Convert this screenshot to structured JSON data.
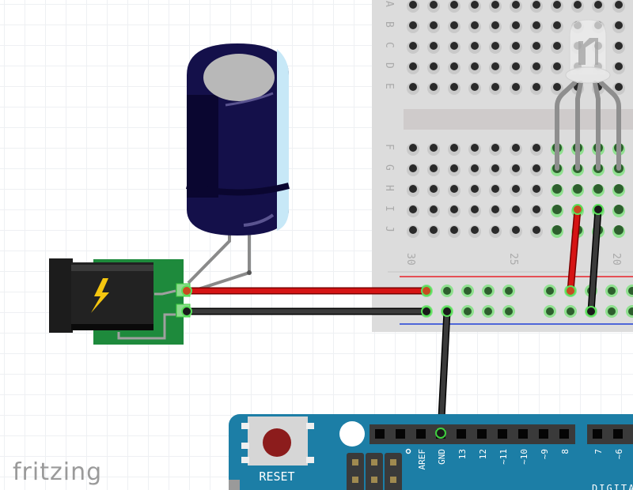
{
  "app": {
    "logo_text": "fritzing"
  },
  "breadboard": {
    "row_labels_top": [
      "A",
      "B",
      "C",
      "D",
      "E"
    ],
    "row_labels_bottom": [
      "F",
      "G",
      "H",
      "I",
      "J"
    ],
    "column_numbers": [
      "30",
      "25",
      "20"
    ],
    "colors": {
      "body": "#dcdcdc",
      "hole": "#2a2a2a",
      "active_hole": "#7ed87e",
      "red_rail": "#e8202a",
      "blue_rail": "#1e3fd6"
    }
  },
  "components": {
    "capacitor": {
      "name": "electrolytic-capacitor",
      "body_color": "#14104a",
      "top_color": "#b8b8b8"
    },
    "dc_jack": {
      "name": "dc-barrel-jack",
      "icon": "lightning-icon",
      "pcb_color": "#1e8a3c"
    },
    "rgb_led": {
      "name": "rgb-led",
      "legs": 4
    },
    "arduino": {
      "reset_label": "RESET",
      "header_labels": [
        "AREF",
        "GND",
        "13",
        "12",
        "~11",
        "~10",
        "~9",
        "8",
        "7",
        "~6"
      ],
      "digital_label": "DIGITAL",
      "board_color": "#1c7ea6"
    }
  },
  "wires": [
    {
      "name": "power-wire-red",
      "color": "#d61414",
      "from": "dc-jack-positive",
      "to": "breadboard-rail-positive"
    },
    {
      "name": "ground-wire-black",
      "color": "#222222",
      "from": "dc-jack-negative",
      "to": "breadboard-rail-negative"
    },
    {
      "name": "gnd-wire-arduino",
      "color": "#222222",
      "from": "breadboard-rail-negative",
      "to": "arduino-gnd"
    },
    {
      "name": "led-red-wire",
      "color": "#d61414",
      "from": "breadboard-rail-positive",
      "to": "led-row-i"
    },
    {
      "name": "led-black-wire",
      "color": "#222222",
      "from": "breadboard-rail-negative",
      "to": "led-row-i"
    }
  ]
}
